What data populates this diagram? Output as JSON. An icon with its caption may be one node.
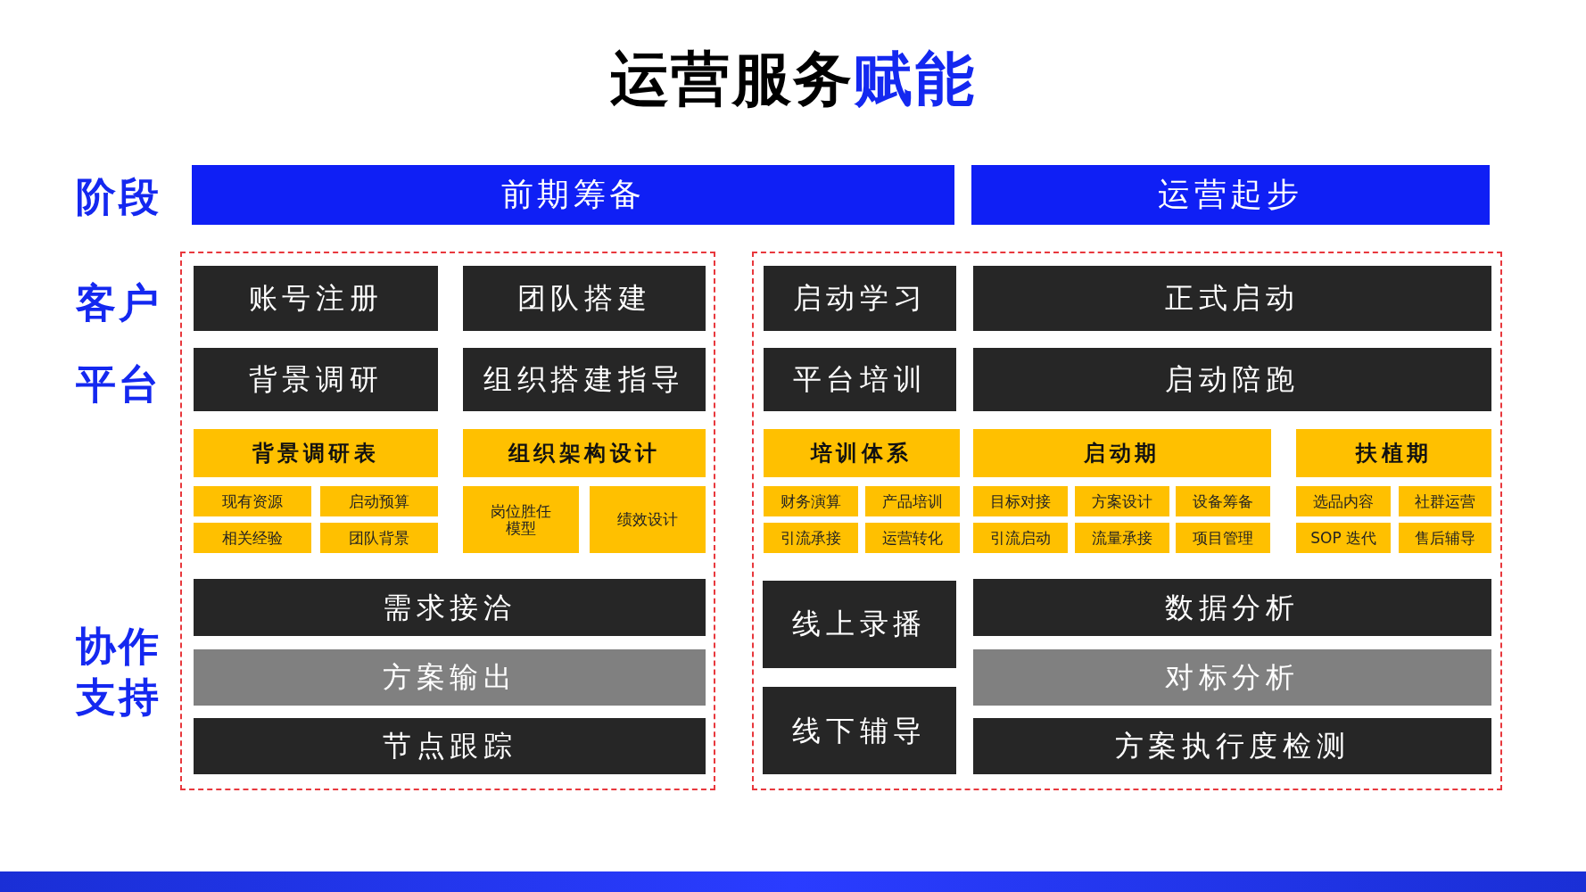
{
  "diagram": {
    "title": "运营服务**赋能**",
    "nodes": [
      {
        "text": [
          "前期筹备"
        ]
      },
      {
        "text": [
          "运营起步"
        ]
      },
      {
        "text": [],
        "shape": "box"
      },
      {
        "text": [
          "账号注册"
        ],
        "in": 2
      },
      {
        "text": [
          "团队搭建"
        ],
        "in": 2
      },
      {
        "text": [
          "背景调研"
        ],
        "in": 2
      },
      {
        "text": [
          "组织搭建指导"
        ],
        "in": 2
      },
      {
        "text": [
          "背景调研表"
        ],
        "in": 2
      },
      {
        "text": [
          "现有资源"
        ],
        "in": 2
      },
      {
        "text": [
          "启动预算"
        ],
        "in": 2
      },
      {
        "text": [
          "相关经验"
        ],
        "in": 2
      },
      {
        "text": [
          "团队背景"
        ],
        "in": 2
      },
      {
        "text": [
          "组织架构设计"
        ],
        "in": 2
      },
      {
        "text": [
          "岗位胜任模型"
        ],
        "in": 2
      },
      {
        "text": [
          "绩效设计"
        ],
        "in": 2
      },
      {
        "text": [
          "需求接洽"
        ],
        "in": 2
      },
      {
        "text": [
          "方案输出"
        ],
        "in": 2
      },
      {
        "text": [
          "节点跟踪"
        ],
        "in": 2
      },
      {
        "text": [],
        "shape": "box"
      },
      {
        "text": [
          "启动学习"
        ],
        "in": 18
      },
      {
        "text": [
          "正式启动"
        ],
        "in": 18
      },
      {
        "text": [
          "平台培训"
        ],
        "in": 18
      },
      {
        "text": [
          "启动陪跑"
        ],
        "in": 18
      },
      {
        "text": [
          "培训体系"
        ],
        "in": 18
      },
      {
        "text": [
          "财务演算"
        ],
        "in": 18
      },
      {
        "text": [
          "产品培训"
        ],
        "in": 18
      },
      {
        "text": [
          "引流承接"
        ],
        "in": 18
      },
      {
        "text": [
          "运营转化"
        ],
        "in": 18
      },
      {
        "text": [
          "启动期"
        ],
        "in": 18
      },
      {
        "text": [
          "目标对接"
        ],
        "in": 18
      },
      {
        "text": [
          "方案设计"
        ],
        "in": 18
      },
      {
        "text": [
          "设备筹备"
        ],
        "in": 18
      },
      {
        "text": [
          "引流启动"
        ],
        "in": 18
      },
      {
        "text": [
          "流量承接"
        ],
        "in": 18
      },
      {
        "text": [
          "项目管理"
        ],
        "in": 18
      },
      {
        "text": [
          "扶植期"
        ],
        "in": 18
      },
      {
        "text": [
          "选品内容"
        ],
        "in": 18
      },
      {
        "text": [
          "社群运营"
        ],
        "in": 18
      },
      {
        "text": [
          "SOP 迭代"
        ],
        "in": 18
      },
      {
        "text": [
          "售后辅导"
        ],
        "in": 18
      },
      {
        "text": [
          "线上录播"
        ],
        "in": 18
      },
      {
        "text": [
          "线下辅导"
        ],
        "in": 18
      },
      {
        "text": [
          "数据分析"
        ],
        "in": 18
      },
      {
        "text": [
          "对标分析"
        ],
        "in": 18
      },
      {
        "text": [
          "方案执行度检测"
        ],
        "in": 18
      }
    ],
    "edges": [],
    "labels": [
      "阶段",
      "客户",
      "平台",
      "协作支持"
    ]
  }
}
